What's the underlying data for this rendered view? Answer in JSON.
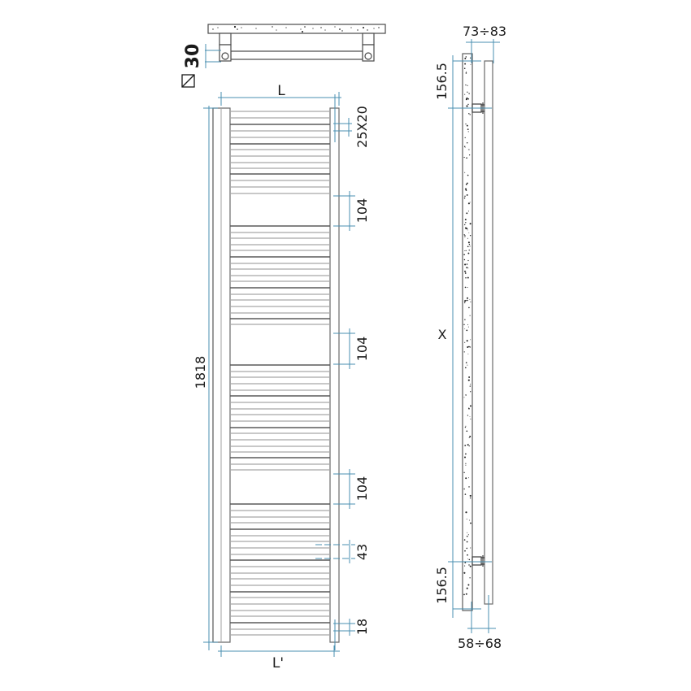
{
  "colors": {
    "outline": "#4a4a4a",
    "rung_light": "#a6a6a6",
    "rung_dark": "#5a5a5a",
    "dimension": "#4a8fb0",
    "text": "#1a1a1a",
    "wall_speckle": "#222222"
  },
  "top_view": {
    "pipe_size_label": "30",
    "square_symbol": "square-section-icon"
  },
  "front_view": {
    "width_label": "L",
    "bottom_width_label": "L'",
    "height_label": "1818",
    "rung_section_label": "25X20",
    "gap_labels": [
      "104",
      "104",
      "104"
    ],
    "connection_spacing_label": "43",
    "bottom_offset_label": "18"
  },
  "side_view": {
    "depth_top_label": "73÷83",
    "depth_bottom_label": "58÷68",
    "top_bracket_offset_label": "156.5",
    "bottom_bracket_offset_label": "156.5",
    "bracket_spacing_label": "X"
  },
  "rung_groups": [
    {
      "rungs": [
        137,
        145,
        153,
        161,
        169,
        177,
        184,
        192,
        200,
        207,
        214,
        222,
        230,
        238
      ]
    },
    {
      "rungs": [
        278,
        286,
        293,
        301,
        308,
        316,
        324,
        331,
        339,
        346,
        354,
        362,
        369,
        377,
        385,
        392,
        399
      ]
    },
    {
      "rungs": [
        449,
        457,
        464,
        472,
        480,
        487,
        495,
        503,
        510,
        518,
        526,
        533,
        541,
        549,
        556,
        563,
        571,
        578
      ]
    },
    {
      "rungs": [
        620,
        628,
        636,
        643,
        651,
        659,
        666,
        674,
        682,
        689,
        697,
        705,
        712,
        720,
        728,
        735,
        743,
        751,
        758,
        766,
        774,
        781
      ]
    }
  ],
  "dark_rungs": [
    153,
    177,
    214,
    278,
    316,
    354,
    392,
    449,
    487,
    526,
    563,
    620,
    651,
    689,
    728,
    766
  ]
}
